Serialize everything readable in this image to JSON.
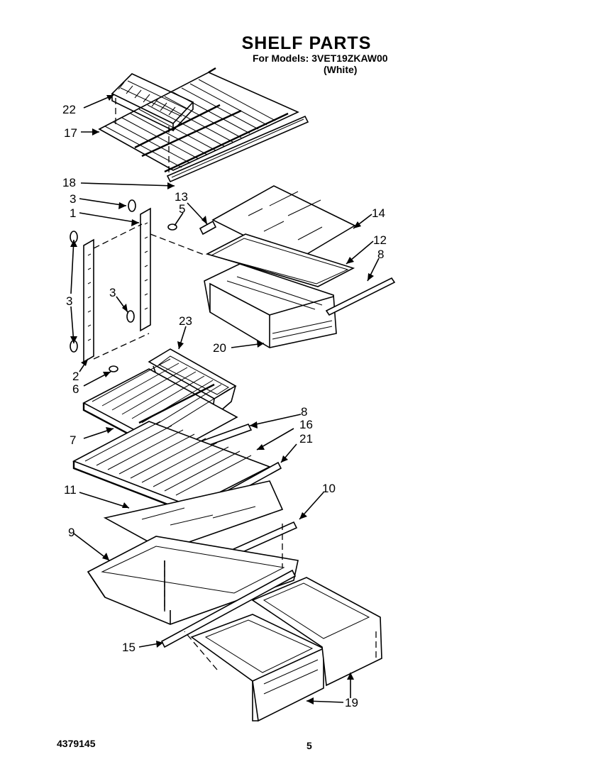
{
  "header": {
    "title": "SHELF PARTS",
    "models_line": "For Models: 3VET19ZKAW00",
    "color_line": "(White)"
  },
  "footer": {
    "doc_number": "4379145",
    "page_number": "5"
  },
  "callouts": [
    "22",
    "17",
    "18",
    "3",
    "1",
    "13",
    "5",
    "14",
    "12",
    "8",
    "3",
    "3",
    "23",
    "20",
    "2",
    "6",
    "8",
    "16",
    "21",
    "7",
    "11",
    "10",
    "9",
    "15",
    "19"
  ]
}
